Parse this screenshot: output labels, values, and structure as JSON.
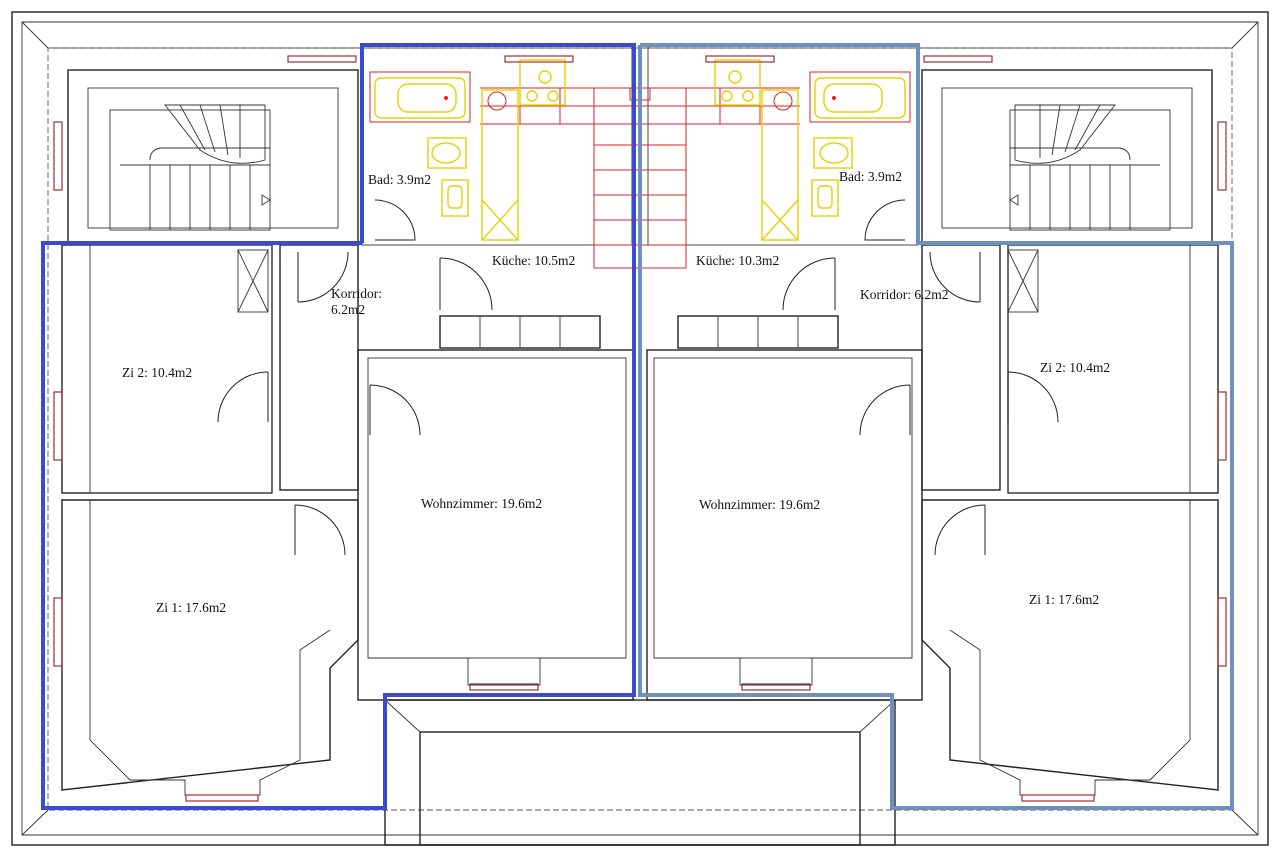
{
  "rooms": {
    "left": {
      "bad": "Bad: 3.9m2",
      "kueche": "Küche: 10.5m2",
      "korridor_line1": "Korridor:",
      "korridor_line2": "6.2m2",
      "zi2": "Zi 2: 10.4m2",
      "zi1": "Zi 1: 17.6m2",
      "wohnzimmer": "Wohnzimmer: 19.6m2"
    },
    "right": {
      "bad": "Bad: 3.9m2",
      "kueche": "Küche: 10.3m2",
      "korridor": "Korridor: 6.2m2",
      "zi2": "Zi 2: 10.4m2",
      "zi1": "Zi 1: 17.6m2",
      "wohnzimmer": "Wohnzimmer: 19.6m2"
    }
  },
  "colors": {
    "left_unit_outline": "#3a4bd0",
    "right_unit_outline": "#6f8fbf",
    "sanitary_yellow": "#e8d000",
    "tiling_red": "#e02020",
    "walls": "#222222"
  }
}
